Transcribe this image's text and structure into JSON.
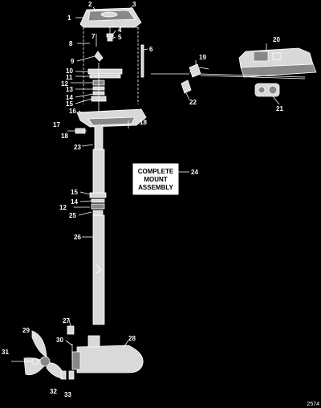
{
  "callouts": [
    "1",
    "2",
    "3",
    "4",
    "5",
    "6",
    "7",
    "8",
    "9",
    "10",
    "11",
    "12",
    "13",
    "14",
    "15",
    "16",
    "17",
    "18",
    "19",
    "20",
    "21",
    "22",
    "23",
    "24",
    "25",
    "26",
    "27",
    "28",
    "29",
    "30",
    "31",
    "32",
    "33"
  ],
  "callouts_repeat": {
    "c12b": "12",
    "c14b": "14",
    "c15b": "15",
    "c18b": "18"
  },
  "complete_mount": {
    "line1": "COMPLETE",
    "line2": "MOUNT",
    "line3": "ASSEMBLY"
  },
  "ref_number": "2574"
}
